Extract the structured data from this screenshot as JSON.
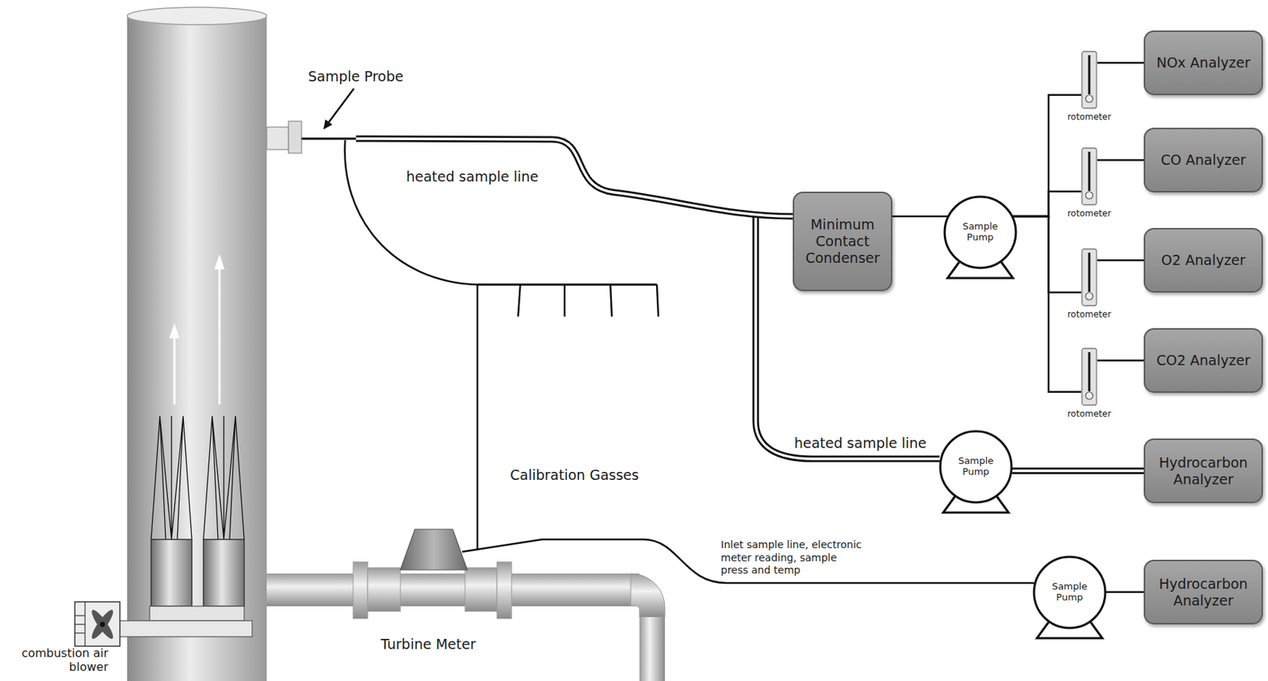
{
  "diagram": {
    "nodes": [
      {
        "text": [
          "Minimum Contact Condenser"
        ]
      },
      {
        "text": [
          "Sample Pump"
        ]
      },
      {
        "text": [
          "rotometer"
        ]
      },
      {
        "text": [
          "NOx Analyzer"
        ]
      },
      {
        "text": [
          "rotometer"
        ]
      },
      {
        "text": [
          "CO Analyzer"
        ]
      },
      {
        "text": [
          "rotometer"
        ]
      },
      {
        "text": [
          "O2 Analyzer"
        ]
      },
      {
        "text": [
          "rotometer"
        ]
      },
      {
        "text": [
          "CO2 Analyzer"
        ]
      },
      {
        "text": [
          "Sample Pump"
        ]
      },
      {
        "text": [
          "Hydrocarbon Analyzer"
        ]
      },
      {
        "text": [
          "Sample Pump"
        ]
      },
      {
        "text": [
          "Hydrocarbon Analyzer"
        ]
      }
    ],
    "edges": [
      {
        "from": 0,
        "to": 1,
        "arrow": "none"
      },
      {
        "from": 1,
        "to": 2,
        "arrow": "none"
      },
      {
        "from": 2,
        "to": 3,
        "arrow": "none"
      },
      {
        "from": 1,
        "to": 4,
        "arrow": "none"
      },
      {
        "from": 4,
        "to": 5,
        "arrow": "none"
      },
      {
        "from": 1,
        "to": 6,
        "arrow": "none"
      },
      {
        "from": 6,
        "to": 7,
        "arrow": "none"
      },
      {
        "from": 1,
        "to": 8,
        "arrow": "none"
      },
      {
        "from": 8,
        "to": 9,
        "arrow": "none"
      },
      {
        "from": 10,
        "to": 11,
        "arrow": "none"
      },
      {
        "from": 12,
        "to": 13,
        "arrow": "none"
      }
    ],
    "labels": [
      "Sample Probe",
      "heated sample line",
      "Calibration Gasses",
      "heated sample line",
      "Turbine Meter",
      "Inlet sample line, electronic meter reading, sample press and temp",
      "combustion air blower"
    ]
  }
}
